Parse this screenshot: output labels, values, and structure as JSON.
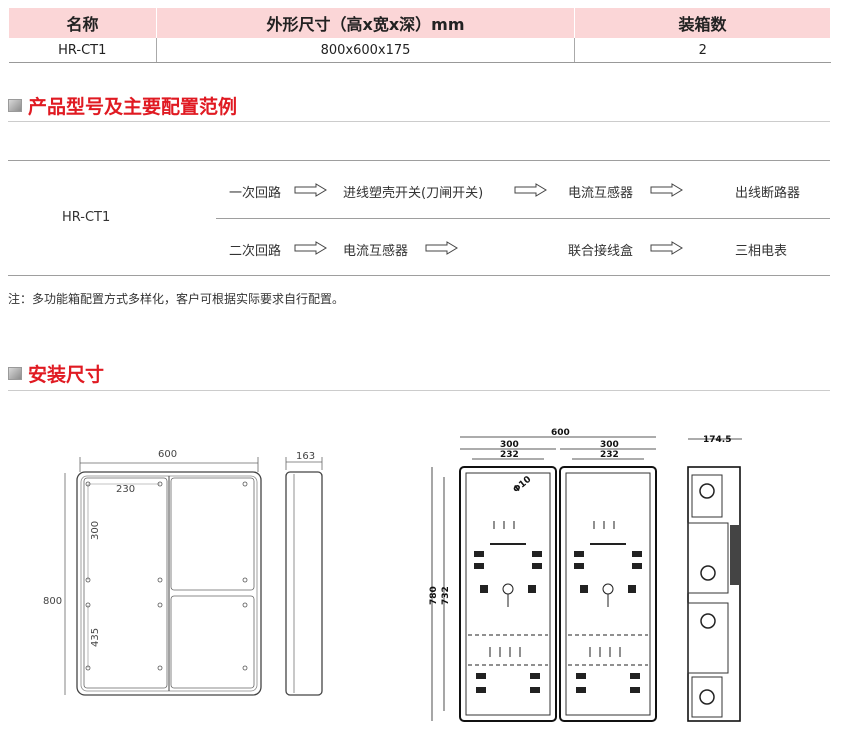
{
  "spec_table": {
    "headers": [
      "名称",
      "外形尺寸（高x宽x深）mm",
      "装箱数"
    ],
    "row": [
      "HR-CT1",
      "800x600x175",
      "2"
    ]
  },
  "section_config": {
    "title": "产品型号及主要配置范例"
  },
  "config": {
    "model": "HR-CT1",
    "row1": [
      "一次回路",
      "进线塑壳开关(刀闸开关)",
      "电流互感器",
      "出线断路器"
    ],
    "row2": [
      "二次回路",
      "电流互感器",
      "联合接线盒",
      "三相电表"
    ]
  },
  "note": "注：多功能箱配置方式多样化，客户可根据实际要求自行配置。",
  "section_install": {
    "title": "安装尺寸"
  },
  "drawing_left": {
    "width": "600",
    "depth": "163",
    "height": "800",
    "inner_w": "230",
    "upper_h": "300",
    "lower_h": "435"
  },
  "drawing_right": {
    "total": "600",
    "half1": "300",
    "half2": "300",
    "inner1": "232",
    "inner2": "232",
    "depth": "174.5",
    "h_outer": "780",
    "h_inner": "732",
    "hole": "Φ10"
  },
  "colors": {
    "accent": "#e01a22",
    "header_bg": "#fbd6d7"
  }
}
